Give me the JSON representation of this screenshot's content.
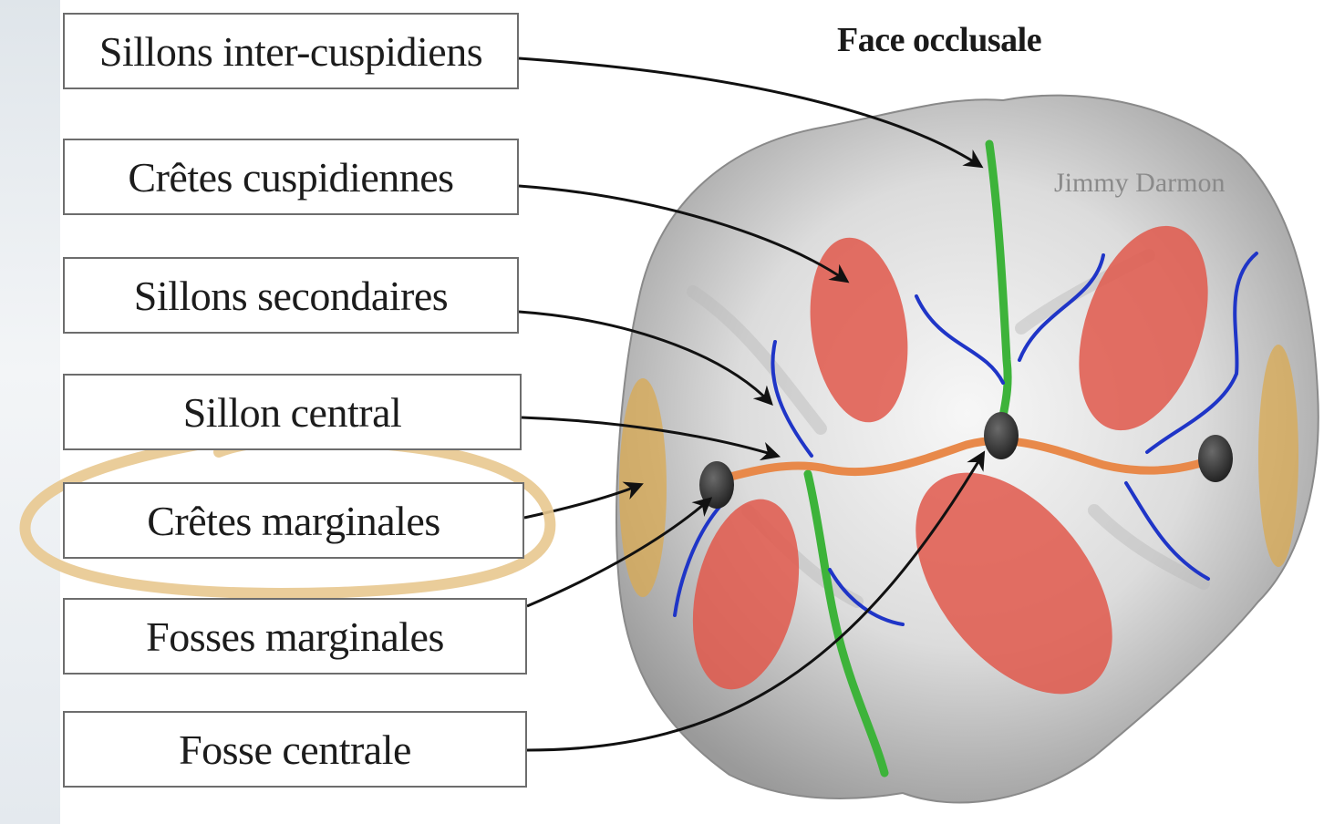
{
  "title": "Face occlusale",
  "credit": "Jimmy Darmon",
  "labels": [
    "Sillons inter-cuspidiens",
    "Crêtes cuspidiennes",
    "Sillons secondaires",
    "Sillon central",
    "Crêtes marginales",
    "Fosses marginales",
    "Fosse centrale"
  ],
  "colors": {
    "inter_cusp_groove": "#3db33a",
    "cusp_ridge": "#e0584b",
    "secondary_groove": "#1f35c7",
    "central_groove": "#e8894a",
    "marginal_ridge": "#d9aa52",
    "fossa": "#2e2e2e",
    "highlight": "#e8c88f"
  }
}
